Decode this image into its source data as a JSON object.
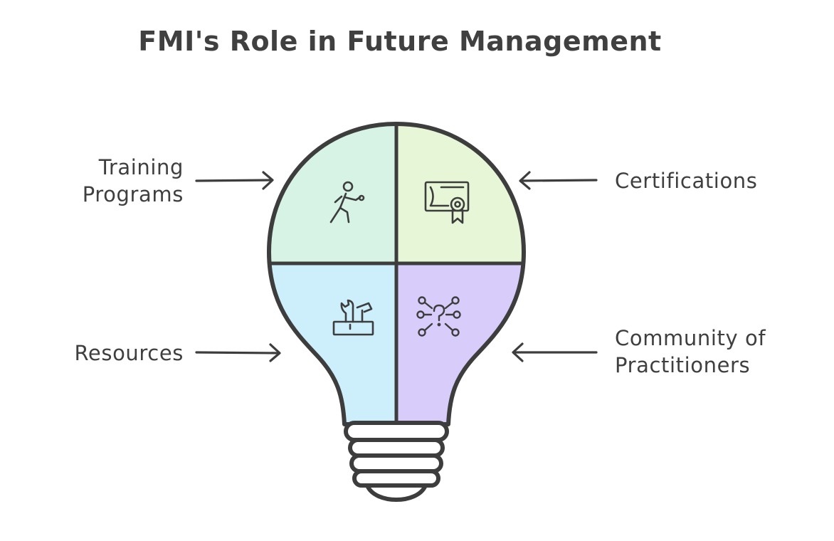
{
  "title": "FMI's Role in Future Management",
  "quadrants": {
    "training": {
      "lines": [
        "Training",
        "Programs"
      ],
      "icon": "runner-icon",
      "color": "#d6f3e6"
    },
    "certifications": {
      "lines": [
        "Certifications"
      ],
      "icon": "certificate-icon",
      "color": "#e6f6d6"
    },
    "resources": {
      "lines": [
        "Resources"
      ],
      "icon": "toolbox-icon",
      "color": "#cdeefb"
    },
    "community": {
      "lines": [
        "Community of",
        "Practitioners"
      ],
      "icon": "network-question-icon",
      "color": "#d8ccfa"
    }
  },
  "colors": {
    "outline": "#3d3d3d",
    "text": "#3f3f3f"
  }
}
